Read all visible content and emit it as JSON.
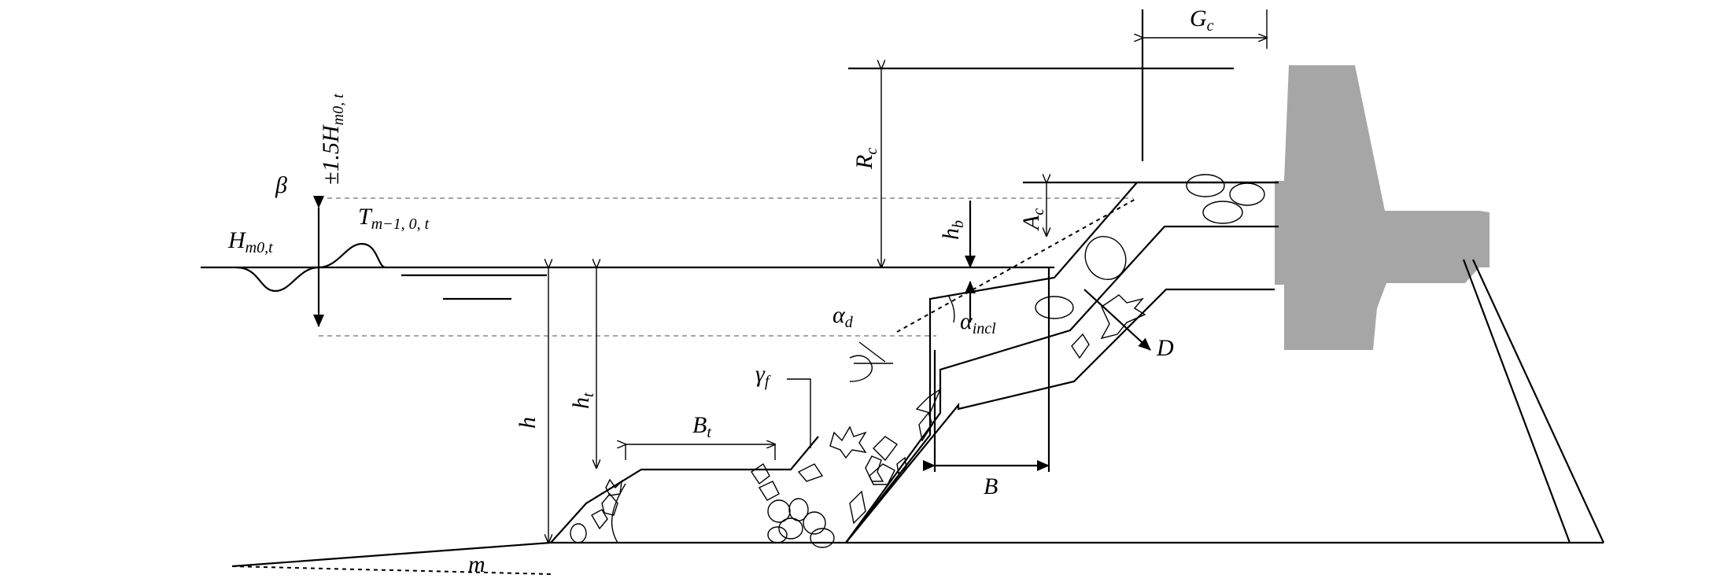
{
  "labels": {
    "Gc": "G",
    "Gc_sub": "c",
    "Rc": "R",
    "Rc_sub": "c",
    "Ac": "A",
    "Ac_sub": "c",
    "hb": "h",
    "hb_sub": "b",
    "ht": "h",
    "ht_sub": "t",
    "h": "h",
    "Bt": "B",
    "Bt_sub": "t",
    "B": "B",
    "D": "D",
    "m": "m",
    "beta": "β",
    "Hm0": "H",
    "Hm0_sub": "m0,t",
    "Tm": "T",
    "Tm_sub": "m−1, 0, t",
    "pm": "±1.5H",
    "pm_sub": "m0, t",
    "alpha_d": "α",
    "alpha_d_sub": "d",
    "alpha_incl": "α",
    "alpha_incl_sub": "incl",
    "gamma_f": "γ",
    "gamma_f_sub": "f"
  },
  "colors": {
    "line": "#000000",
    "crown_wall": "#a6a6a6",
    "dashed_level": "#888888"
  }
}
